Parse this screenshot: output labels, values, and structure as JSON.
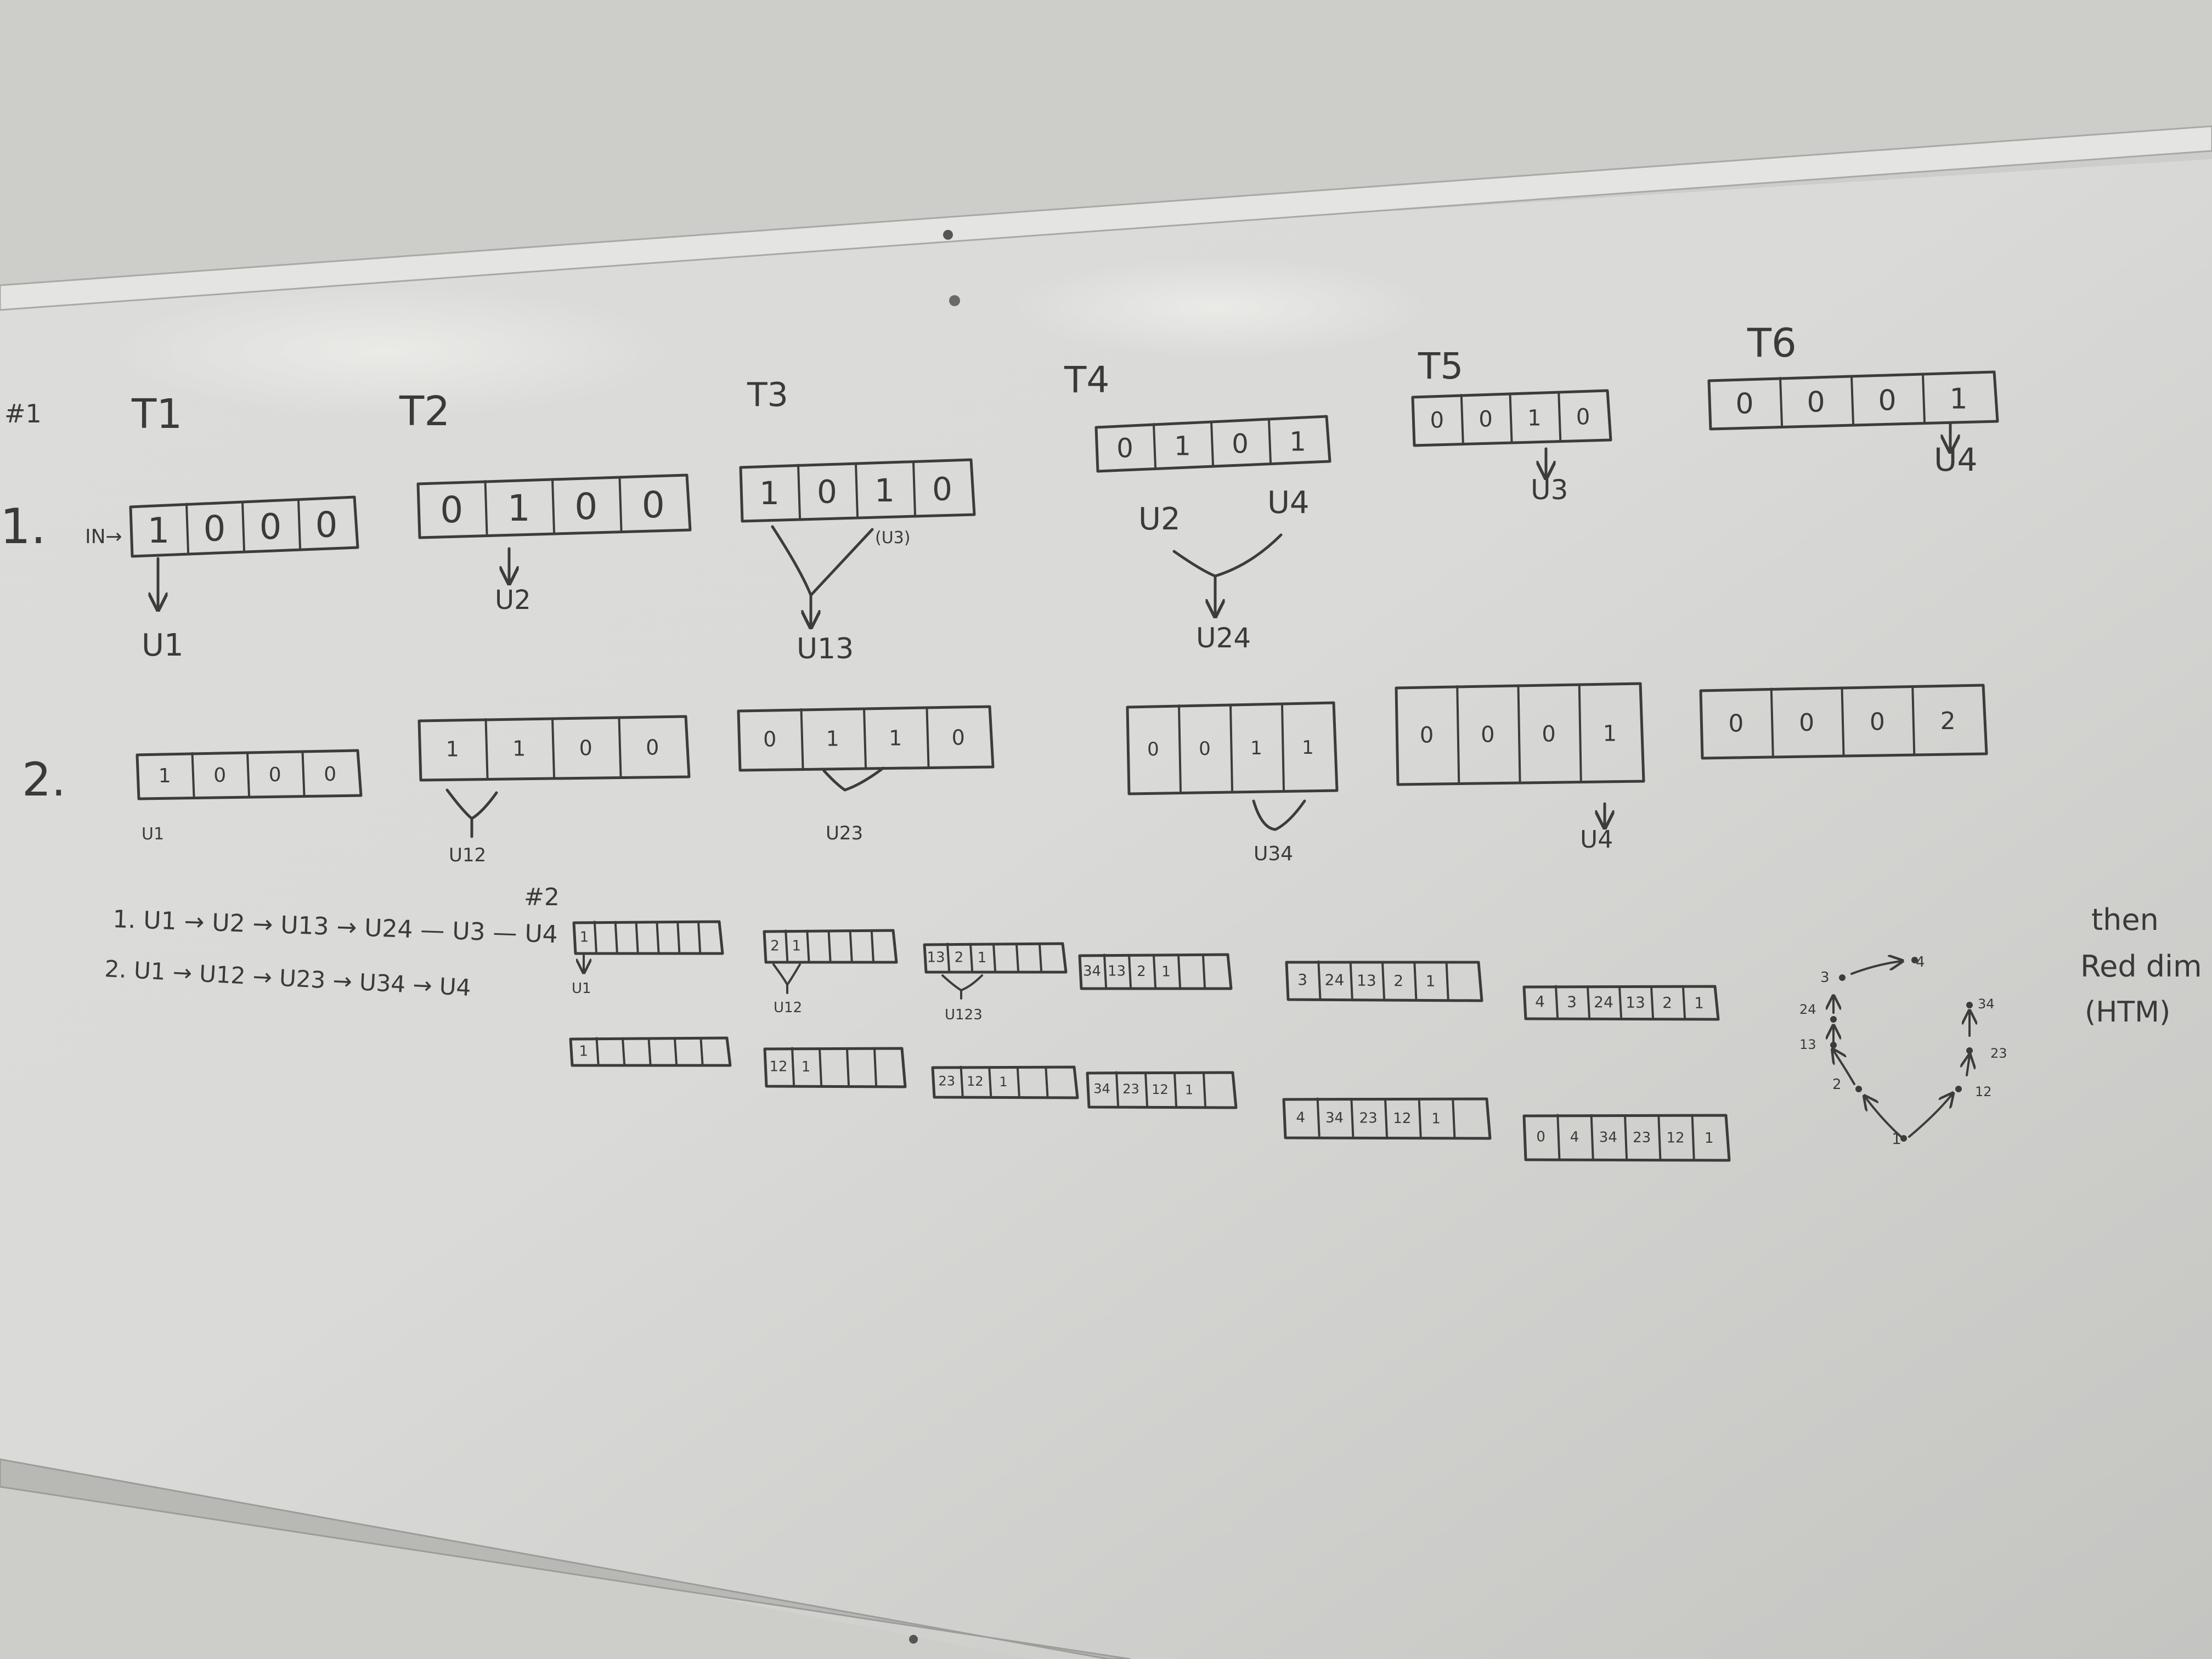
{
  "section1": {
    "marker": "#1",
    "row_labels": [
      "1.",
      "2."
    ],
    "in_label": "IN→",
    "time_labels": [
      "T1",
      "T2",
      "T3",
      "T4",
      "T5",
      "T6"
    ],
    "row1_tapes": [
      [
        "1",
        "0",
        "0",
        "0"
      ],
      [
        "0",
        "1",
        "0",
        "0"
      ],
      [
        "1",
        "0",
        "1",
        "0"
      ],
      [
        "0",
        "1",
        "0",
        "1"
      ],
      [
        "0",
        "0",
        "1",
        "0"
      ],
      [
        "0",
        "0",
        "0",
        "1"
      ]
    ],
    "row1_outputs": [
      "U1",
      "U2",
      "U13",
      "U24",
      "U3",
      "U4"
    ],
    "row1_merge_labels": [
      "(U3)",
      "U2",
      "U4"
    ],
    "row2_tapes": [
      [
        "1",
        "0",
        "0",
        "0"
      ],
      [
        "1",
        "1",
        "0",
        "0"
      ],
      [
        "0",
        "1",
        "1",
        "0"
      ],
      [
        "0",
        "0",
        "1",
        "1"
      ],
      [
        "0",
        "0",
        "0",
        "1"
      ],
      [
        "0",
        "0",
        "0",
        "2"
      ]
    ],
    "row2_outputs": [
      "U1",
      "U12",
      "U23",
      "U34",
      "U4"
    ],
    "sequences": [
      "1. U1 → U2 → U13 → U24 — U3 — U4",
      "2. U1 → U12 → U23 → U34 → U4"
    ]
  },
  "section2": {
    "marker": "#2",
    "row1_tapes": [
      [
        "1",
        "",
        "",
        "",
        "",
        "",
        ""
      ],
      [
        "2",
        "1",
        "",
        "",
        "",
        ""
      ],
      [
        "13",
        "2",
        "1",
        "",
        "",
        ""
      ],
      [
        "34",
        "13",
        "2",
        "1",
        "",
        ""
      ],
      [
        "3",
        "24",
        "13",
        "2",
        "1",
        ""
      ],
      [
        "4",
        "3",
        "24",
        "13",
        "2",
        "1"
      ]
    ],
    "row1_outputs": [
      "U1",
      "U12",
      "U123"
    ],
    "row2_tapes": [
      [
        "1",
        "",
        "",
        "",
        "",
        ""
      ],
      [
        "12",
        "1",
        "",
        "",
        ""
      ],
      [
        "23",
        "12",
        "1",
        "",
        ""
      ],
      [
        "34",
        "23",
        "12",
        "1",
        ""
      ],
      [
        "4",
        "34",
        "23",
        "12",
        "1",
        ""
      ],
      [
        "0",
        "4",
        "34",
        "23",
        "12",
        "1"
      ]
    ]
  },
  "graph": {
    "nodes": [
      "1",
      "2",
      "13",
      "24",
      "3",
      "4",
      "34",
      "23",
      "12"
    ]
  },
  "side_note": [
    "then",
    "Red dim",
    "(HTM)"
  ]
}
